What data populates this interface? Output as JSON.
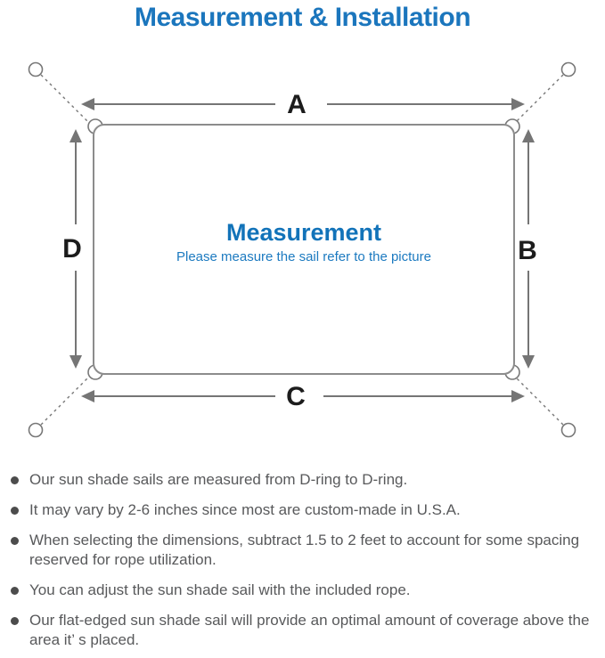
{
  "page": {
    "title": "Measurement & Installation"
  },
  "diagram": {
    "labels": {
      "top": "A",
      "right": "B",
      "bottom": "C",
      "left": "D"
    },
    "center_title": "Measurement",
    "center_subtitle": "Please measure the sail refer to the picture"
  },
  "notes": {
    "items": [
      "Our sun shade sails are measured from D-ring to D-ring.",
      "It may vary by 2-6 inches since most are custom-made in U.S.A.",
      "When selecting the dimensions, subtract 1.5 to 2 feet to account for some spacing reserved for rope utilization.",
      "You can adjust the sun shade sail with the included rope.",
      "Our flat-edged sun shade sail will provide an optimal amount of coverage above the area it’ s placed."
    ]
  },
  "colors": {
    "title_blue": "#1b76bd",
    "diagram_blue": "#1273b9",
    "subtitle_blue": "#1c7ac0",
    "label_black": "#1c1c1c",
    "line_gray": "#757575",
    "sail_border_gray": "#8c8c8c",
    "note_text_gray": "#58595b"
  }
}
